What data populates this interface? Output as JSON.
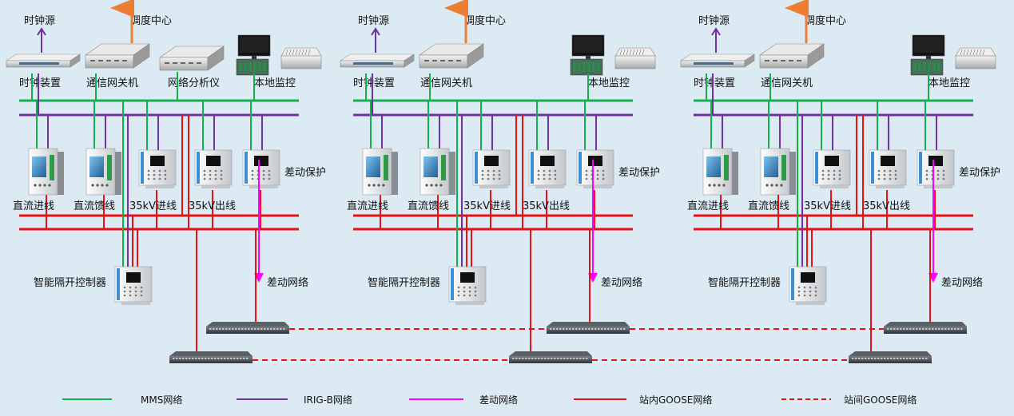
{
  "colors": {
    "mms": "#13b04e",
    "irigb": "#7030a0",
    "diff": "#ff00ff",
    "goose": "#e81010",
    "uplink": "#ed7d31",
    "background": "#dcebf3"
  },
  "stations": [
    {
      "labels": {
        "clock_source": "时钟源",
        "dispatch_center": "调度中心",
        "clock_device": "时钟装置",
        "gateway": "通信网关机",
        "analyzer": "网络分析仪",
        "local_monitor": "本地监控",
        "diff_protection": "差动保护",
        "bays": [
          "直流进线",
          "直流馈线",
          "35kV进线",
          "35kV出线"
        ],
        "breaker_controller": "智能隔开控制器",
        "diff_network": "差动网络"
      }
    },
    {
      "labels": {
        "clock_source": "时钟源",
        "dispatch_center": "调度中心",
        "clock_device": "时钟装置",
        "gateway": "通信网关机",
        "local_monitor": "本地监控",
        "diff_protection": "差动保护",
        "bays": [
          "直流进线",
          "直流馈线",
          "35kV进线",
          "35kV出线"
        ],
        "breaker_controller": "智能隔开控制器",
        "diff_network": "差动网络"
      }
    },
    {
      "labels": {
        "clock_source": "时钟源",
        "dispatch_center": "调度中心",
        "clock_device": "时钟装置",
        "gateway": "通信网关机",
        "local_monitor": "本地监控",
        "diff_protection": "差动保护",
        "bays": [
          "直流进线",
          "直流馈线",
          "35kV进线",
          "35kV出线"
        ],
        "breaker_controller": "智能隔开控制器",
        "diff_network": "差动网络"
      }
    }
  ],
  "legend": {
    "mms": "MMS网络",
    "irigb": "IRIG-B网络",
    "diff": "差动网络",
    "goose_inner": "站内GOOSE网络",
    "goose_inter": "站间GOOSE网络"
  }
}
